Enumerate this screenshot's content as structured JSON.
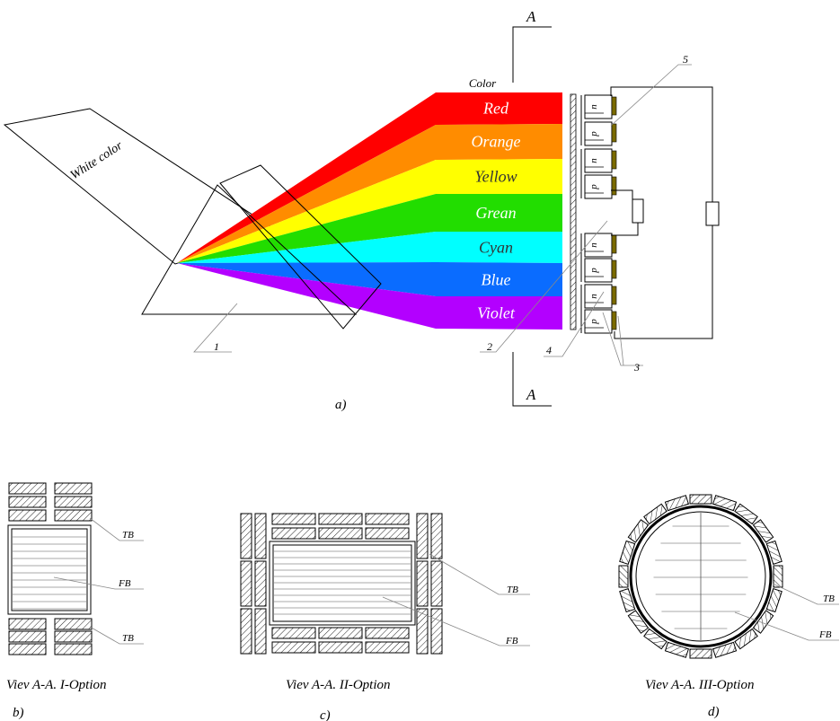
{
  "figure_a": {
    "section_mark_top": "A",
    "section_mark_bottom": "A",
    "white_light_label": "White color",
    "color_header": "Color",
    "bands": [
      {
        "label": "Red",
        "color": "#ff0000",
        "text_color": "#ffffff"
      },
      {
        "label": "Orange",
        "color": "#ff8c00",
        "text_color": "#ffffff"
      },
      {
        "label": "Yellow",
        "color": "#ffff00",
        "text_color": "#333333"
      },
      {
        "label": "Grean",
        "color": "#22dd00",
        "text_color": "#ffffff"
      },
      {
        "label": "Cyan",
        "color": "#00ffff",
        "text_color": "#333333"
      },
      {
        "label": "Blue",
        "color": "#0a6cff",
        "text_color": "#ffffff"
      },
      {
        "label": "Violet",
        "color": "#b300ff",
        "text_color": "#ffffff"
      }
    ],
    "cells": [
      "n",
      "p",
      "n",
      "p",
      "n",
      "p",
      "n",
      "p"
    ],
    "callouts": {
      "c1": "1",
      "c2": "2",
      "c3": "3",
      "c4": "4",
      "c5": "5"
    },
    "caption": "a)",
    "contact_color": "#7a6a00"
  },
  "figure_b": {
    "tb_top": "TB",
    "fb": "FB",
    "tb_bottom": "TB",
    "view_label": "Viev A-A. I-Option",
    "caption": "b)"
  },
  "figure_c": {
    "tb": "TB",
    "fb": "FB",
    "view_label": "Viev A-A. II-Option",
    "caption": "c)"
  },
  "figure_d": {
    "tb": "TB",
    "fb": "FB",
    "view_label": "Viev A-A. III-Option",
    "caption": "d)"
  }
}
